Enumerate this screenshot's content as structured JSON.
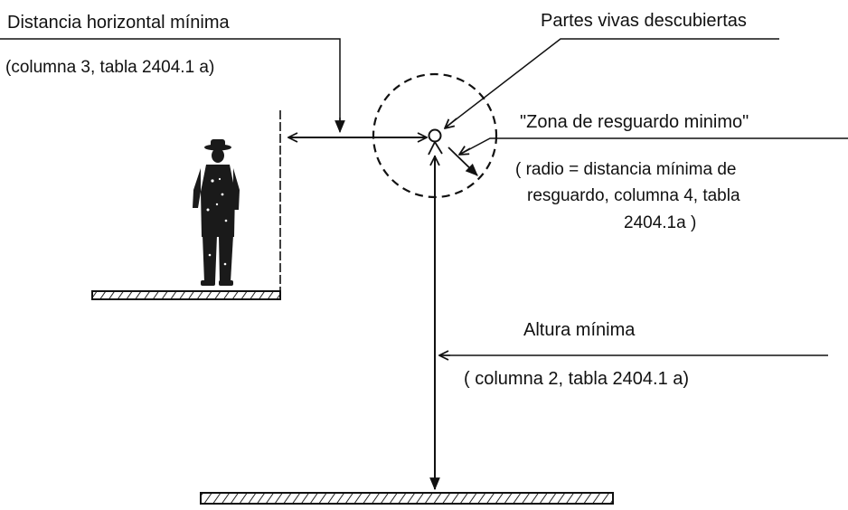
{
  "labels": {
    "horizontal_title": "Distancia horizontal mínima",
    "horizontal_ref": "(columna 3, tabla 2404.1 a)",
    "live_parts": "Partes vivas descubiertas",
    "zone_title": "\"Zona de resguardo minimo\"",
    "zone_line1": "( radio = distancia mínima de",
    "zone_line2": "resguardo, columna 4, tabla",
    "zone_line3": "2404.1a )",
    "height_title": "Altura mínima",
    "height_ref": "( columna 2, tabla 2404.1 a)"
  },
  "icons": {
    "person": "person-figure-icon",
    "conductor": "live-conductor-icon"
  },
  "colors": {
    "ink": "#111111",
    "background": "#ffffff"
  }
}
